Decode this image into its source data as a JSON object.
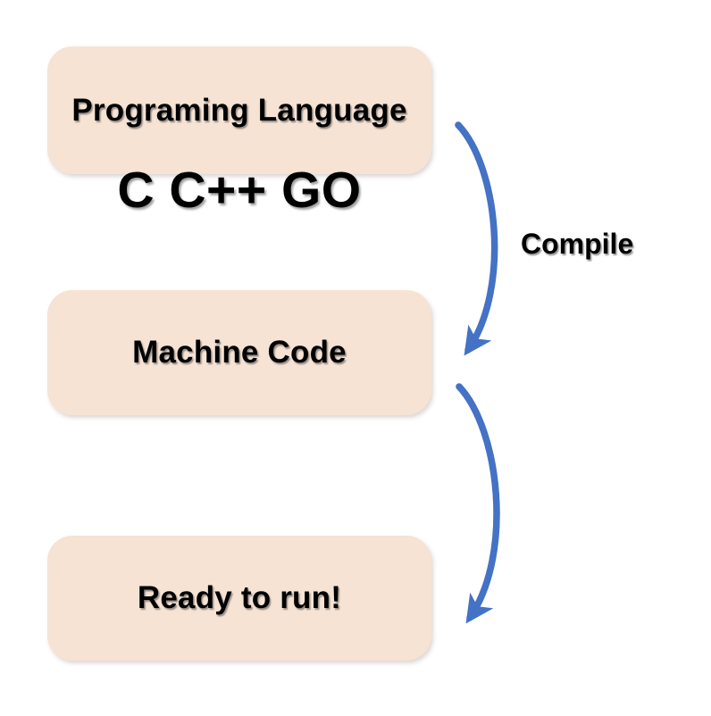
{
  "diagram": {
    "boxes": [
      {
        "id": "programming-language",
        "label": "Programing Language"
      },
      {
        "id": "machine-code",
        "label": "Machine Code"
      },
      {
        "id": "ready-to-run",
        "label": "Ready to run!"
      }
    ],
    "languages_label": "C C++ GO",
    "arrows": [
      {
        "id": "compile-arrow",
        "label": "Compile",
        "from": "Programing Language",
        "to": "Machine Code"
      },
      {
        "id": "run-arrow",
        "label": "",
        "from": "Machine Code",
        "to": "Ready to run!"
      }
    ]
  },
  "colors": {
    "background": "#FFFFFF",
    "box_fill": "#F6E3D4",
    "arrow_blue": "#4472C4",
    "text": "#000000"
  }
}
